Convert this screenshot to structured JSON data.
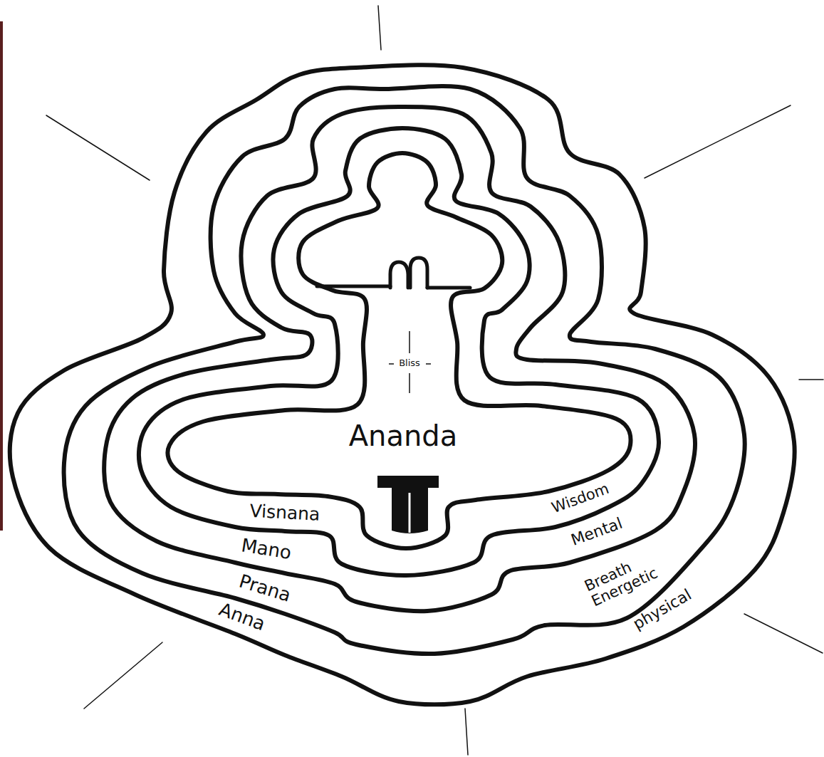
{
  "diagram": {
    "nodes": [
      {
        "text": [
          "Anna",
          "physical"
        ]
      },
      {
        "text": [
          "Prana",
          "Breath Energetic"
        ],
        "in": 0
      },
      {
        "text": [
          "Mano",
          "Mental"
        ],
        "in": 1
      },
      {
        "text": [
          "Visnana",
          "Wisdom"
        ],
        "in": 2
      },
      {
        "text": [
          "Ananda",
          "Bliss"
        ],
        "in": 3
      }
    ]
  }
}
